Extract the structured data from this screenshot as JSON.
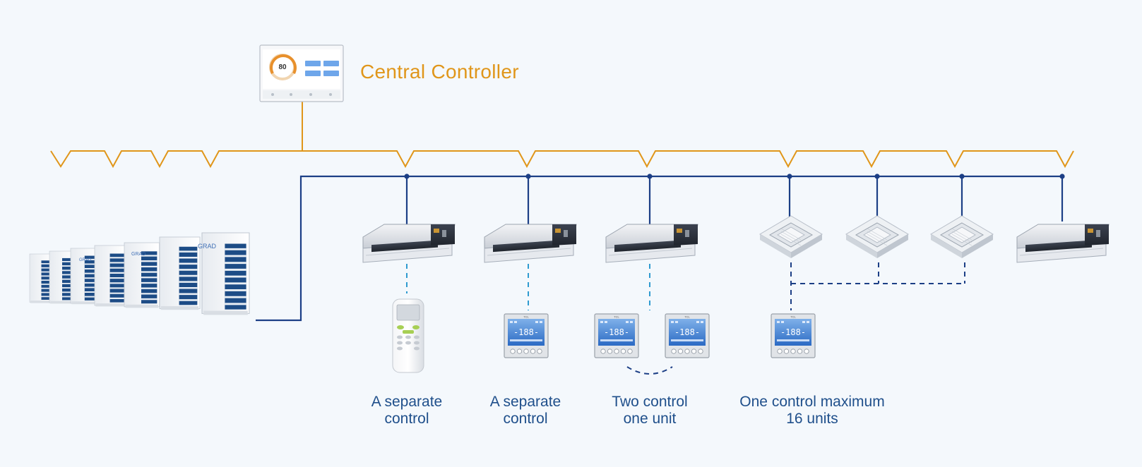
{
  "central_controller": {
    "title": "Central Controller",
    "screen_value": "80"
  },
  "outdoor_unit": {
    "brand": "GRAD"
  },
  "controller_panel": {
    "brand": "TCL",
    "digits": "-188-"
  },
  "captions": [
    {
      "line1": "A separate",
      "line2": "control"
    },
    {
      "line1": "A separate",
      "line2": "control"
    },
    {
      "line1": "Two control",
      "line2": "one unit"
    },
    {
      "line1": "One control maximum",
      "line2": "16 units"
    }
  ],
  "colors": {
    "background": "#f4f8fc",
    "bus_orange": "#e0961a",
    "bus_blue": "#1c3f86",
    "caption_blue": "#1f4f8b",
    "dashed_cyan": "#2f9bd0",
    "dashed_navy": "#1c3f86"
  }
}
